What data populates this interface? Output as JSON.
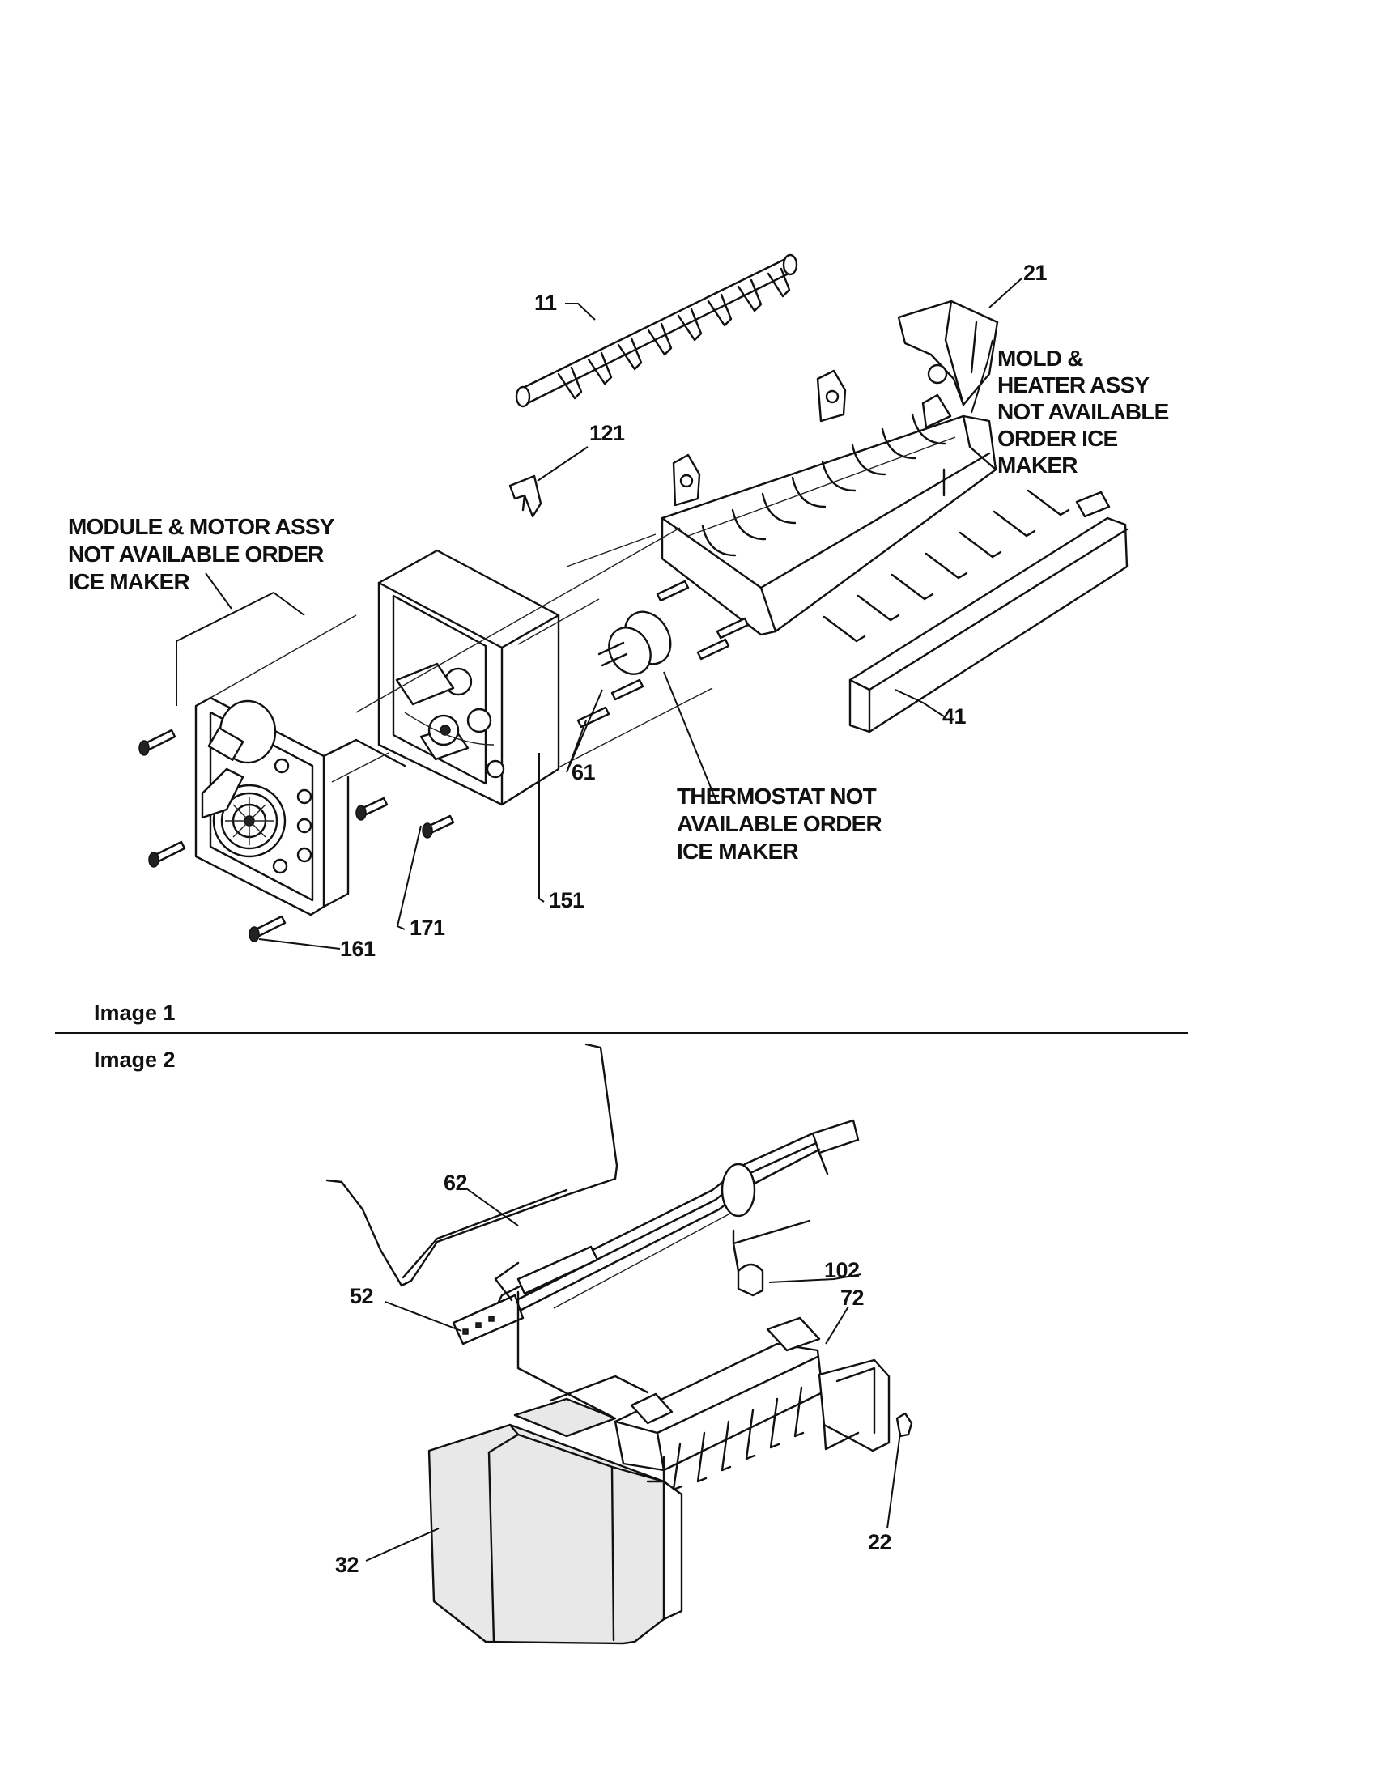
{
  "diagram": {
    "image1": {
      "caption": "Image 1",
      "callouts": {
        "c11": "11",
        "c21": "21",
        "c121": "121",
        "c41": "41",
        "c61": "61",
        "c151": "151",
        "c171": "171",
        "c161": "161"
      },
      "notes": {
        "mold_heater": [
          "MOLD &",
          "HEATER ASSY",
          "NOT AVAILABLE",
          "ORDER ICE",
          "MAKER"
        ],
        "module_motor": [
          "MODULE & MOTOR ASSY",
          "NOT AVAILABLE ORDER",
          "ICE MAKER"
        ],
        "thermostat": [
          "THERMOSTAT NOT",
          "AVAILABLE ORDER",
          "ICE MAKER"
        ]
      }
    },
    "image2": {
      "caption": "Image 2",
      "callouts": {
        "c62": "62",
        "c52": "52",
        "c102": "102",
        "c72": "72",
        "c22": "22",
        "c32": "32"
      }
    }
  }
}
